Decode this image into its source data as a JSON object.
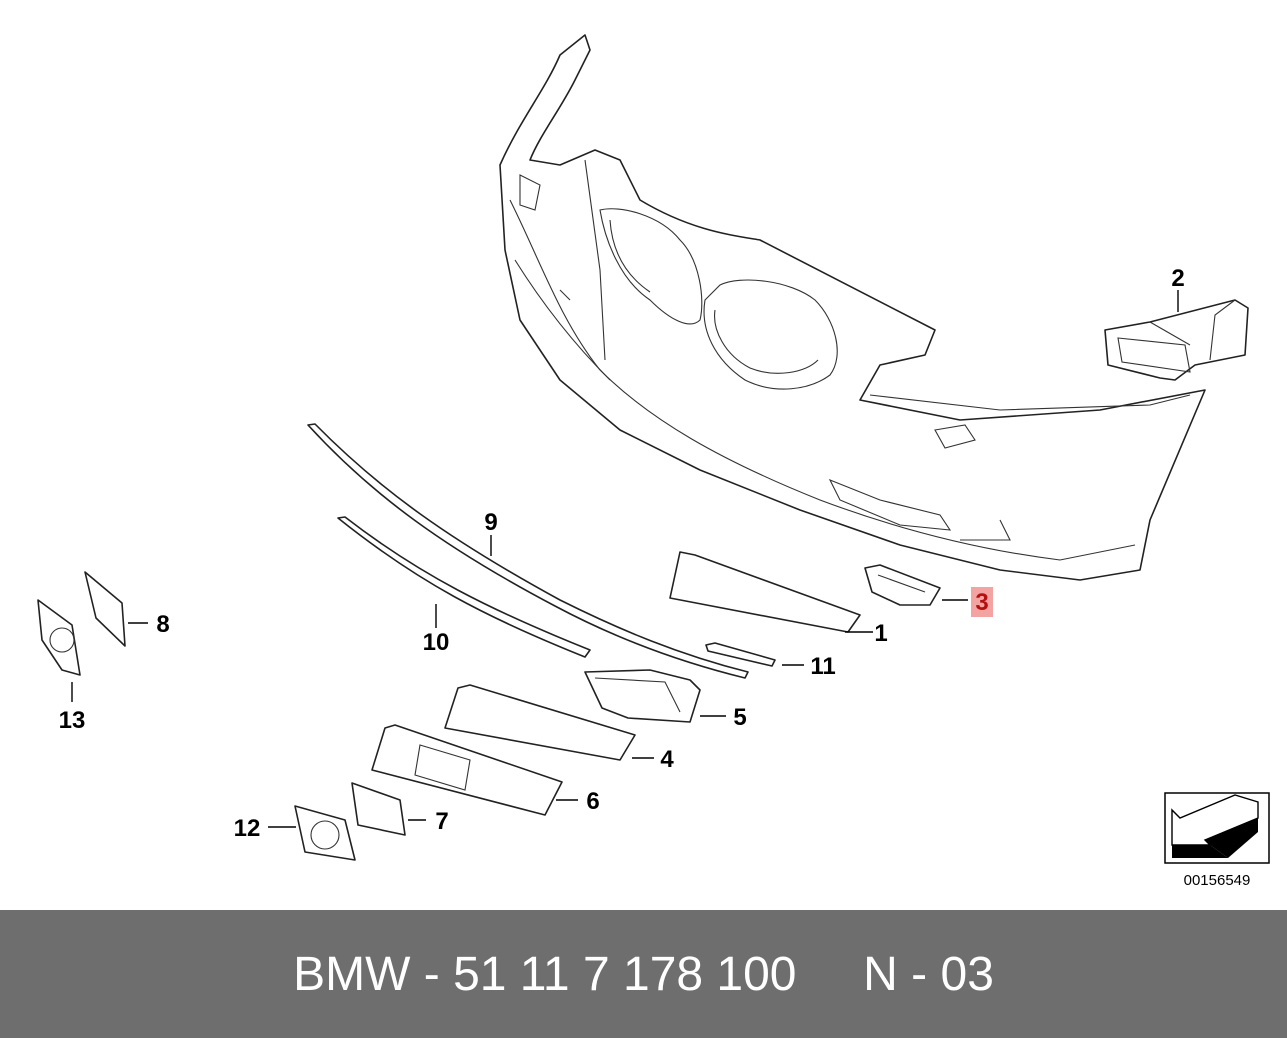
{
  "diagram": {
    "callouts": [
      {
        "id": "c1",
        "label": "1",
        "highlighted": false
      },
      {
        "id": "c2",
        "label": "2",
        "highlighted": false
      },
      {
        "id": "c3",
        "label": "3",
        "highlighted": true
      },
      {
        "id": "c4",
        "label": "4",
        "highlighted": false
      },
      {
        "id": "c5",
        "label": "5",
        "highlighted": false
      },
      {
        "id": "c6",
        "label": "6",
        "highlighted": false
      },
      {
        "id": "c7",
        "label": "7",
        "highlighted": false
      },
      {
        "id": "c8",
        "label": "8",
        "highlighted": false
      },
      {
        "id": "c9",
        "label": "9",
        "highlighted": false
      },
      {
        "id": "c10",
        "label": "10",
        "highlighted": false
      },
      {
        "id": "c11",
        "label": "11",
        "highlighted": false
      },
      {
        "id": "c12",
        "label": "12",
        "highlighted": false
      },
      {
        "id": "c13",
        "label": "13",
        "highlighted": false
      }
    ],
    "highlight_color": "#f4a3a3",
    "diagram_id": "00156549",
    "icon": "direction-arrow-icon"
  },
  "footer": {
    "text": "BMW - 51 11 7 178 100     N - 03",
    "background": "#6e6e6e",
    "color": "#ffffff"
  }
}
